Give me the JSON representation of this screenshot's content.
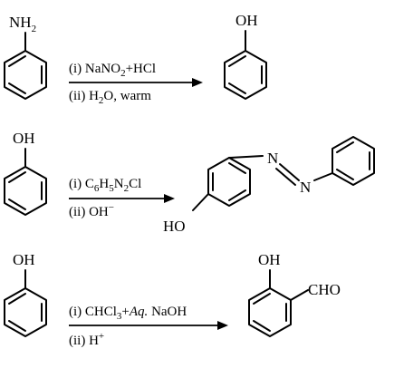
{
  "reactions": [
    {
      "reactant_group": {
        "main": "NH",
        "sub": "2"
      },
      "conditions": [
        {
          "parts": [
            {
              "t": "(i) NaNO"
            },
            {
              "t": "2",
              "s": "sub"
            },
            {
              "t": "+HCl"
            }
          ]
        },
        {
          "parts": [
            {
              "t": "(ii) H"
            },
            {
              "t": "2",
              "s": "sub"
            },
            {
              "t": "O, warm"
            }
          ]
        }
      ],
      "product_group": "OH"
    },
    {
      "reactant_group": "OH",
      "conditions": [
        {
          "parts": [
            {
              "t": "(i) C"
            },
            {
              "t": "6",
              "s": "sub"
            },
            {
              "t": "H"
            },
            {
              "t": "5",
              "s": "sub"
            },
            {
              "t": "N"
            },
            {
              "t": "2",
              "s": "sub"
            },
            {
              "t": "Cl"
            }
          ]
        },
        {
          "parts": [
            {
              "t": "(ii) OH"
            },
            {
              "t": "−",
              "s": "sup"
            }
          ]
        }
      ],
      "product_labels": {
        "n1": "N",
        "n2": "N",
        "ho": "HO"
      }
    },
    {
      "reactant_group": "OH",
      "conditions": [
        {
          "parts": [
            {
              "t": "(i) CHCl"
            },
            {
              "t": "3",
              "s": "sub"
            },
            {
              "t": "+"
            },
            {
              "t": "Aq.",
              "s": "it"
            },
            {
              "t": " NaOH"
            }
          ]
        },
        {
          "parts": [
            {
              "t": "(ii) H"
            },
            {
              "t": "+",
              "s": "sup"
            }
          ]
        }
      ],
      "product_labels": {
        "oh": "OH",
        "cho": "CHO"
      }
    }
  ]
}
